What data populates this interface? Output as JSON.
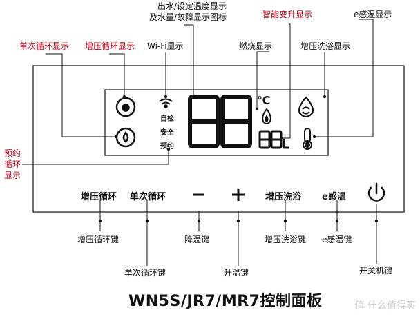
{
  "top_labels": {
    "water_display": "出水/设定温度显示",
    "water_display_2": "及水量/故障显示图标",
    "smart_rise": "智能变升显示",
    "e_temp_display": "e感温显示",
    "single_cycle_display": "单次循环显示",
    "boost_cycle_display": "增压循环显示",
    "wifi_display": "Wi-Fi显示",
    "burn_display": "燃烧显示",
    "boost_bath_display": "增压洗浴显示",
    "reserve_cycle_display": "预约循环显示"
  },
  "lcd": {
    "self_check": "自检",
    "safety": "安全",
    "reserve": "预约",
    "big_digits": "88",
    "small_digits": "88",
    "celsius": "℃",
    "litre": "L"
  },
  "buttons": {
    "boost_cycle": "增压循环",
    "single_cycle": "单次循环",
    "minus": "−",
    "plus": "+",
    "boost_bath": "增压洗浴",
    "e_temp": "e感温",
    "power": "⏻"
  },
  "bottom_labels": {
    "boost_cycle_key": "增压循环键",
    "single_cycle_key": "单次循环键",
    "temp_down_key": "降温键",
    "temp_up_key": "升温键",
    "boost_bath_key": "增压洗浴键",
    "e_temp_key": "e感温键",
    "power_key": "开关机键"
  },
  "title": "WN5S/JR7/MR7控制面板",
  "watermark": "值 什么值得买",
  "colors": {
    "red": "#d0021b",
    "line": "#111111"
  }
}
